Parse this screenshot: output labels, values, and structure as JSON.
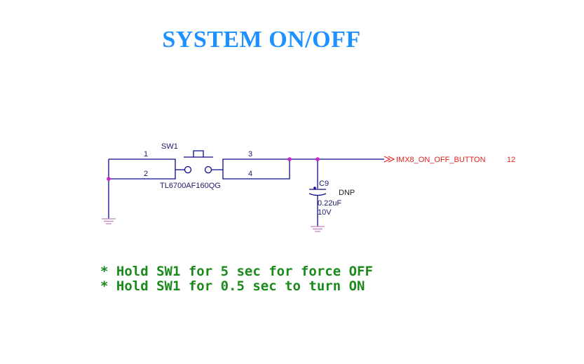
{
  "title": "SYSTEM ON/OFF",
  "switch": {
    "ref": "SW1",
    "part_number": "TL6700AF160QG",
    "pins": [
      "1",
      "2",
      "3",
      "4"
    ]
  },
  "capacitor": {
    "ref": "C9",
    "status": "DNP",
    "value": "0.22uF",
    "voltage": "10V"
  },
  "net": {
    "name": "IMX8_ON_OFF_BUTTON",
    "page_ref": "12"
  },
  "notes": [
    "* Hold SW1 for 5 sec for force OFF",
    "* Hold SW1 for 0.5 sec to turn ON"
  ],
  "colors": {
    "title": "#1e90ff",
    "wire": "#0a0a8c",
    "net_label": "#e02020",
    "junction": "#d020d0",
    "ground": "#c080c0",
    "note": "#1a8a1a"
  }
}
